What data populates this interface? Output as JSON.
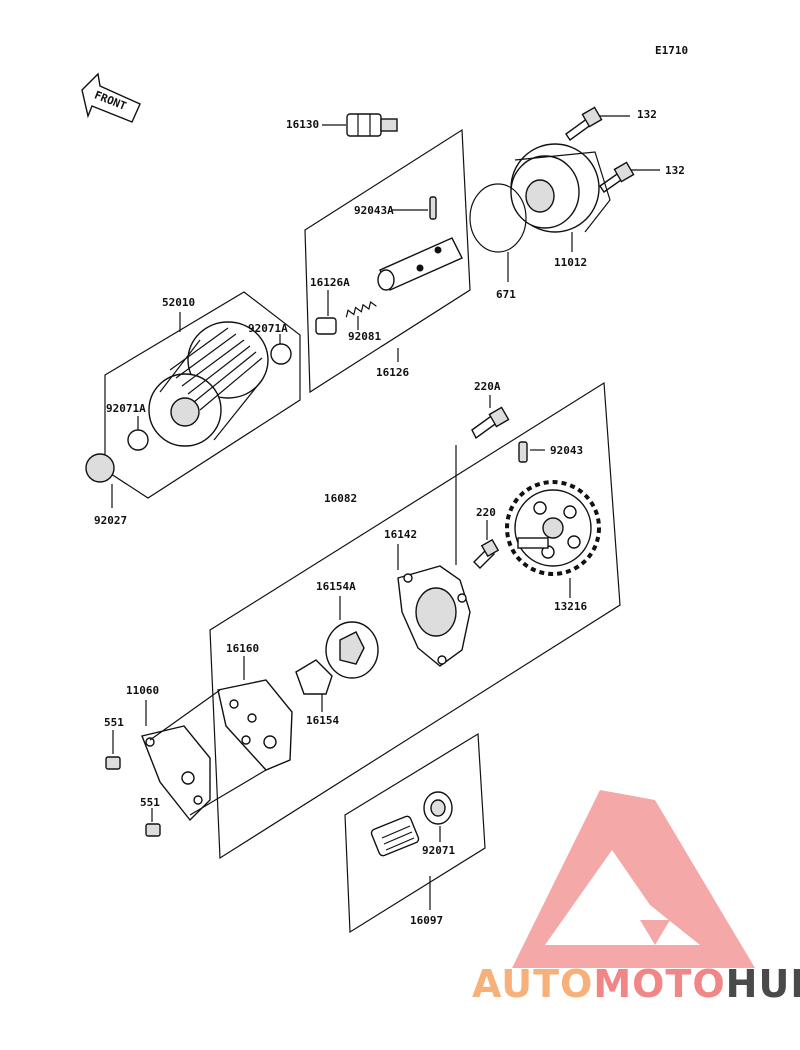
{
  "diagram": {
    "code": "E1710",
    "front_label": "FRONT",
    "labels": [
      {
        "id": "l-16130",
        "text": "16130"
      },
      {
        "id": "l-132a",
        "text": "132"
      },
      {
        "id": "l-132b",
        "text": "132"
      },
      {
        "id": "l-92043A",
        "text": "92043A"
      },
      {
        "id": "l-11012",
        "text": "11012"
      },
      {
        "id": "l-671",
        "text": "671"
      },
      {
        "id": "l-16126A",
        "text": "16126A"
      },
      {
        "id": "l-92081",
        "text": "92081"
      },
      {
        "id": "l-16126",
        "text": "16126"
      },
      {
        "id": "l-52010",
        "text": "52010"
      },
      {
        "id": "l-92071A-a",
        "text": "92071A"
      },
      {
        "id": "l-92071A-b",
        "text": "92071A"
      },
      {
        "id": "l-92027",
        "text": "92027"
      },
      {
        "id": "l-220A",
        "text": "220A"
      },
      {
        "id": "l-92043",
        "text": "92043"
      },
      {
        "id": "l-16082",
        "text": "16082"
      },
      {
        "id": "l-220",
        "text": "220"
      },
      {
        "id": "l-16142",
        "text": "16142"
      },
      {
        "id": "l-13216",
        "text": "13216"
      },
      {
        "id": "l-16154A",
        "text": "16154A"
      },
      {
        "id": "l-16160",
        "text": "16160"
      },
      {
        "id": "l-11060",
        "text": "11060"
      },
      {
        "id": "l-551a",
        "text": "551"
      },
      {
        "id": "l-551b",
        "text": "551"
      },
      {
        "id": "l-16154",
        "text": "16154"
      },
      {
        "id": "l-92071",
        "text": "92071"
      },
      {
        "id": "l-16097",
        "text": "16097"
      }
    ]
  },
  "watermark": {
    "part1": "AUTO",
    "part2": "MOTO",
    "part3": "HUB",
    "colors": {
      "auto": "#f7b07a",
      "moto": "#f28585",
      "hub": "#4a4a4a",
      "logo": "#f49a9a"
    }
  }
}
